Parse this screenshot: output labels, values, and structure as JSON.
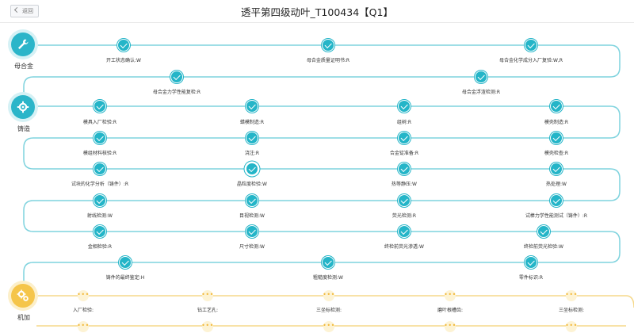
{
  "header": {
    "back_label": "返回",
    "title": "透平第四级动叶_T100434【Q1】"
  },
  "sections": [
    {
      "label": "母合金",
      "icon": "wrench-icon",
      "color": "#2bb5c9"
    },
    {
      "label": "铸造",
      "icon": "gear-cog-icon",
      "color": "#2bb5c9"
    },
    {
      "label": "机加",
      "icon": "gears-icon",
      "color": "#f5c54a"
    }
  ],
  "steps": {
    "s0": "开工状态确认:W",
    "s1": "母合金质量证明书:R",
    "s2": "母合金化学成分入厂复验:W,R",
    "s3": "母合金力学性能复检:R",
    "s4": "母合金浮渣检测:R",
    "s5": "模具入厂检验:R",
    "s6": "蜡模制造:R",
    "s7": "组树:R",
    "s8": "模壳制造:R",
    "s9": "模组材料核验:R",
    "s10": "浇注:R",
    "s11": "合金锭准备:R",
    "s12": "模壳检查:R",
    "s13": "试块的化学分析（铸件）:R",
    "s14": "晶粒度检验:W",
    "s15": "热等静压:W",
    "s16": "热处理:W",
    "s17": "射线检测:W",
    "s18": "目视检测:W",
    "s19": "荧光检测:R",
    "s20": "试棒力学性能测试（铸件）:R",
    "s21": "金相检验:R",
    "s22": "尺寸检测:W",
    "s23": "终检前荧光渗透:W",
    "s24": "终检前荧光检验:W",
    "s25": "铸件的最终鉴定:H",
    "s26": "粗糙度检测:W",
    "s27": "零件标识:R",
    "m0": "入厂检验:",
    "m1": "钻工艺孔:",
    "m2": "三坐标检测:",
    "m3": "磨叶根槽齿:",
    "m4": "三坐标检测:"
  },
  "colors": {
    "done": "#24b5c8",
    "pending": "#f2b93c",
    "line_done": "#7fd3de",
    "line_pending": "#f5d88a"
  }
}
